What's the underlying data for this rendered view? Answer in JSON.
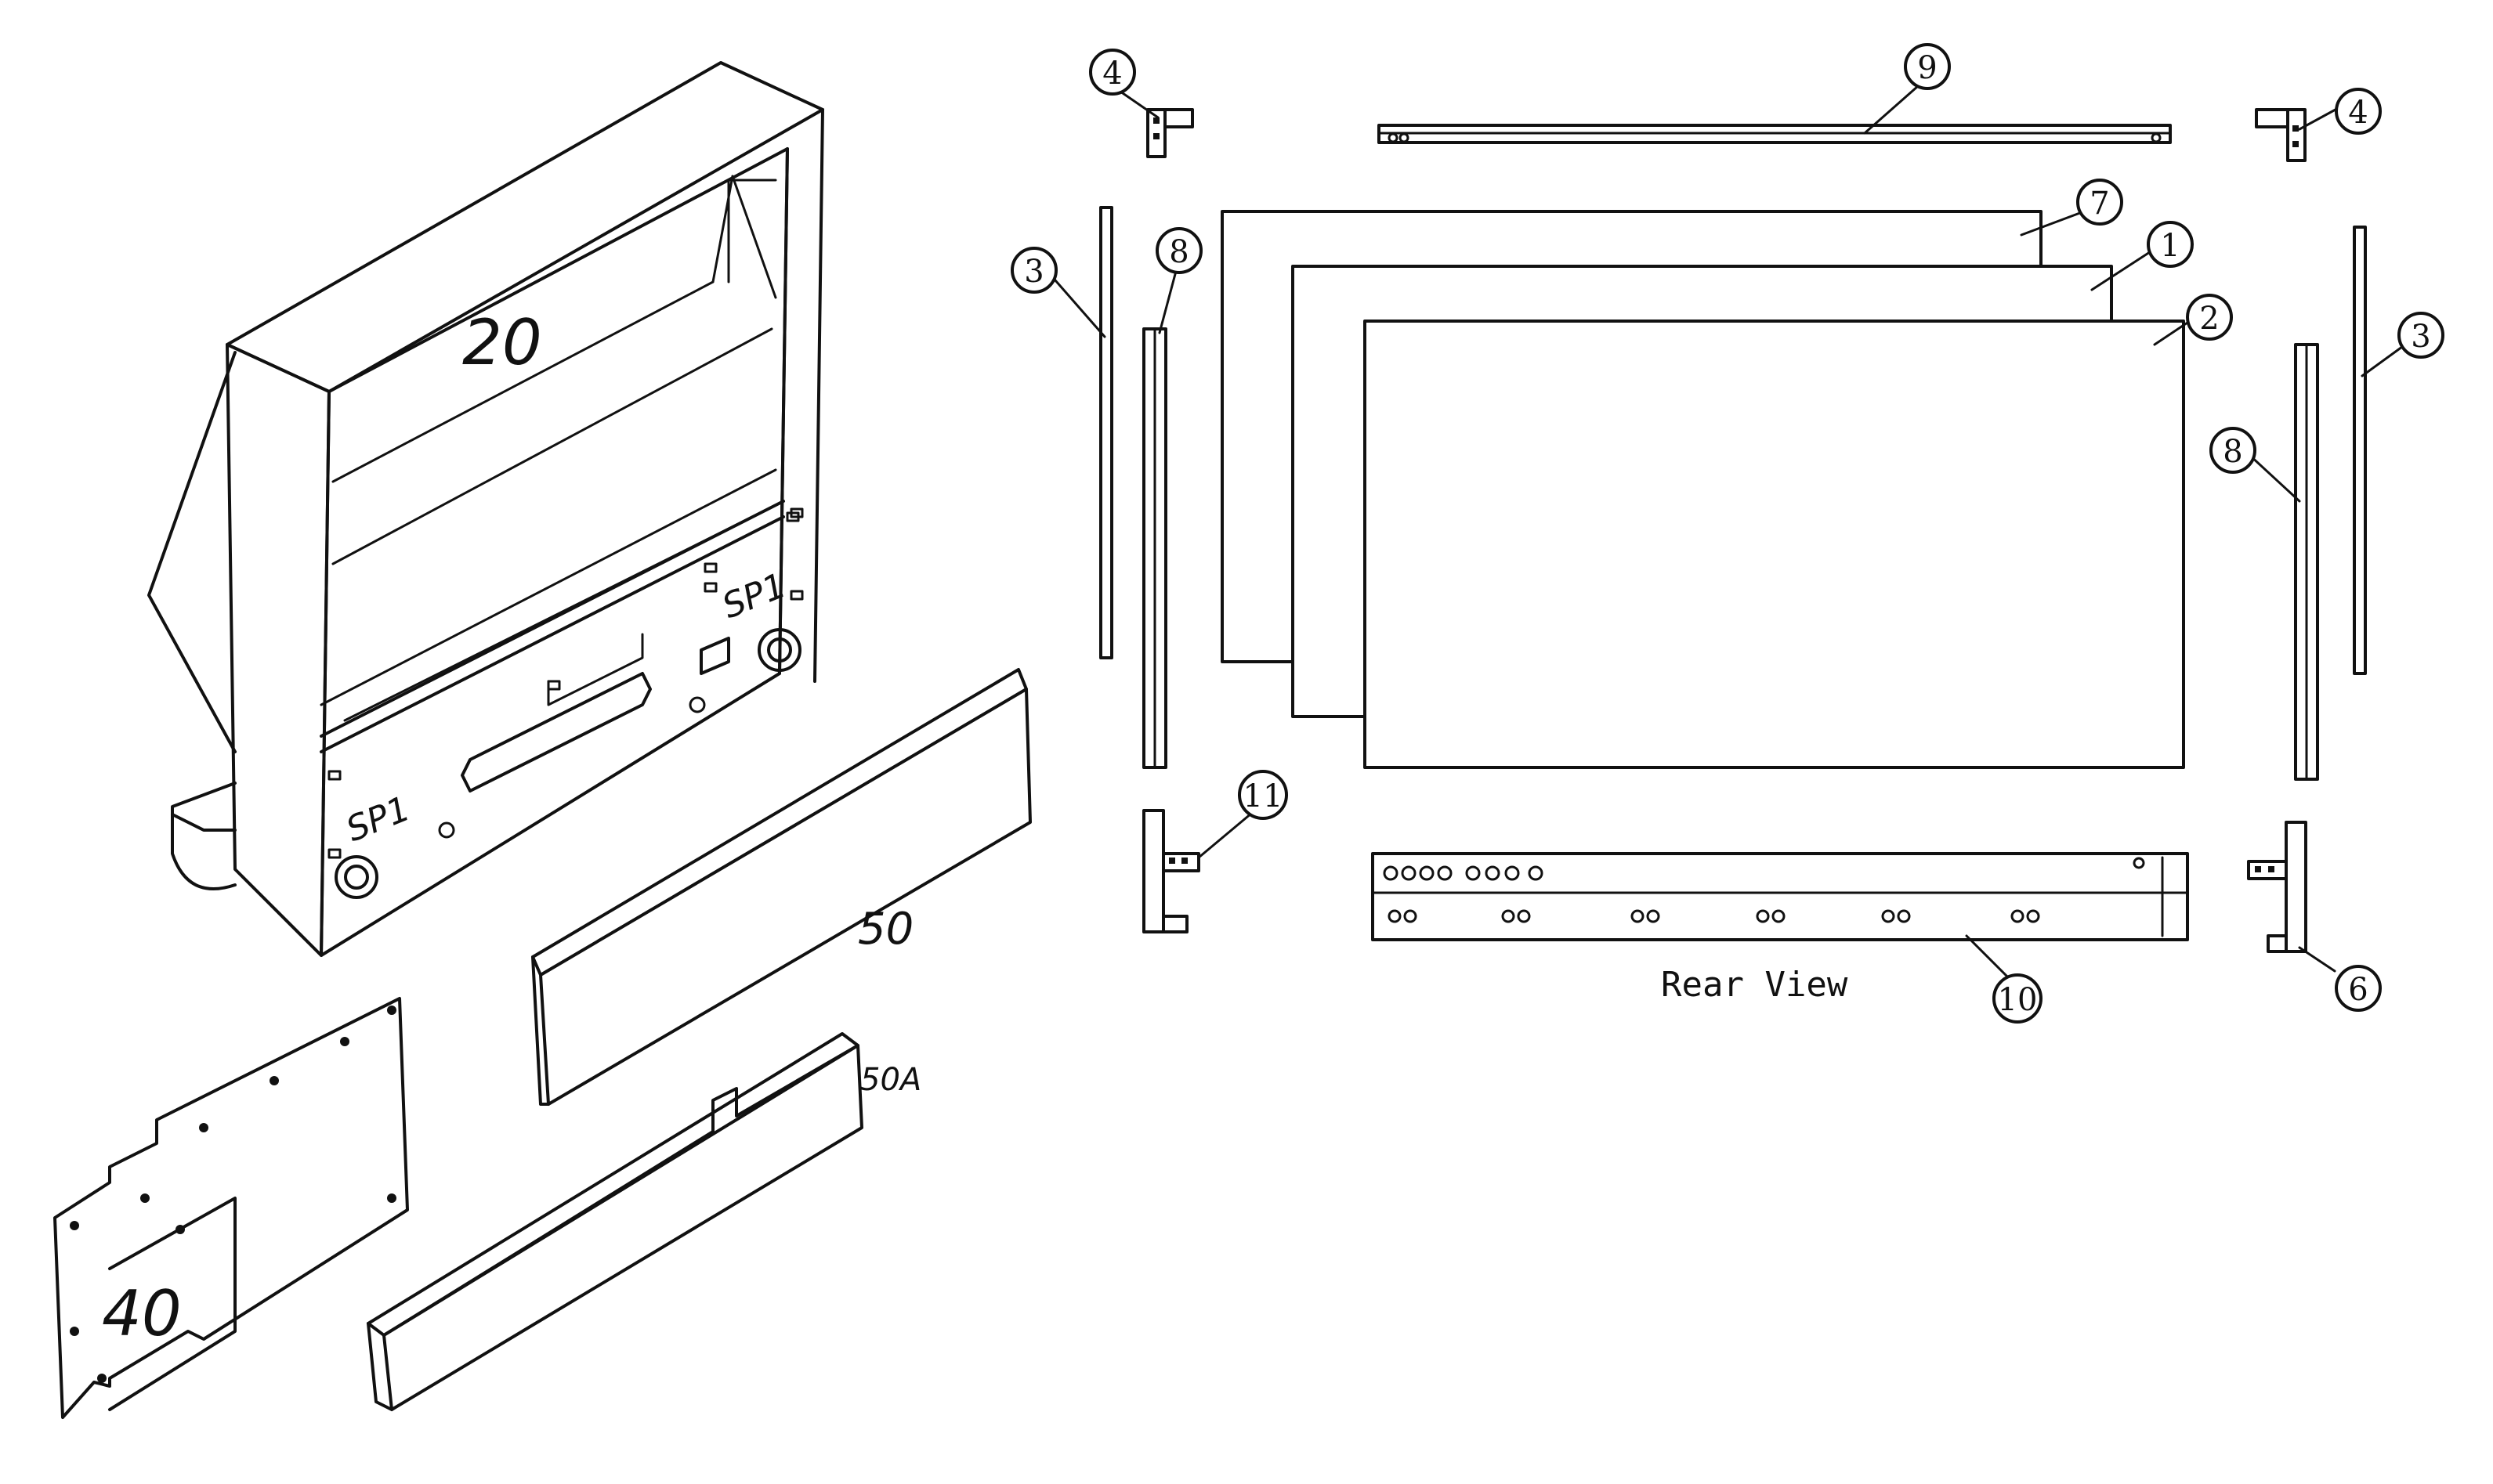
{
  "labels": {
    "cabinet": "20",
    "speaker_right": "SP1",
    "speaker_left": "SP1",
    "front_panel": "50",
    "front_panel_alt": "50A",
    "board": "40",
    "rear_view": "Rear View"
  },
  "callouts": {
    "c1": "1",
    "c2": "2",
    "c3_left": "3",
    "c3_right": "3",
    "c4_left": "4",
    "c4_right": "4",
    "c6": "6",
    "c7": "7",
    "c8_left": "8",
    "c8_right": "8",
    "c9": "9",
    "c10": "10",
    "c11": "11"
  }
}
